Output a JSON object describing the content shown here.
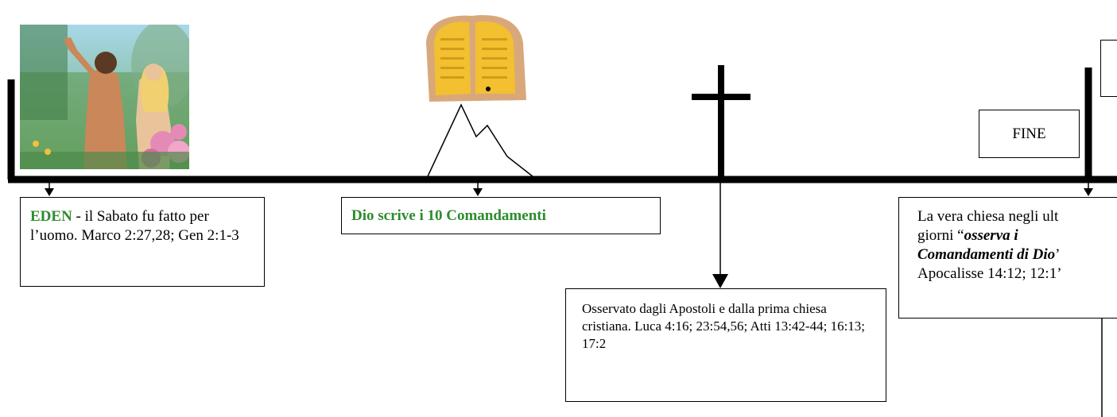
{
  "colors": {
    "accent_green": "#2e8b2e",
    "line": "#000000"
  },
  "images": {
    "eden": "eden-painting",
    "tablets": "ten-commandments-tablets"
  },
  "eden": {
    "title": "EDEN",
    "text": " - il Sabato fu fatto per l’uomo. Marco 2:27,28; Gen 2:1-3"
  },
  "commandments": {
    "text": "Dio scrive i 10 Comandamenti"
  },
  "apostles": {
    "text": "Osservato dagli Apostoli e dalla prima chiesa cristiana. Luca 4:16; 23:54,56; Atti 13:42-44; 16:13; 17:2"
  },
  "fine": {
    "label": "FINE"
  },
  "true_church": {
    "text_before": "La vera chiesa negli ult",
    "line2_prefix": "giorni “",
    "emph1": "osserva i",
    "emph2": "Comandamenti di Dio",
    "quote_end": "’",
    "ref": "Apocalisse 14:12; 12:1’"
  }
}
